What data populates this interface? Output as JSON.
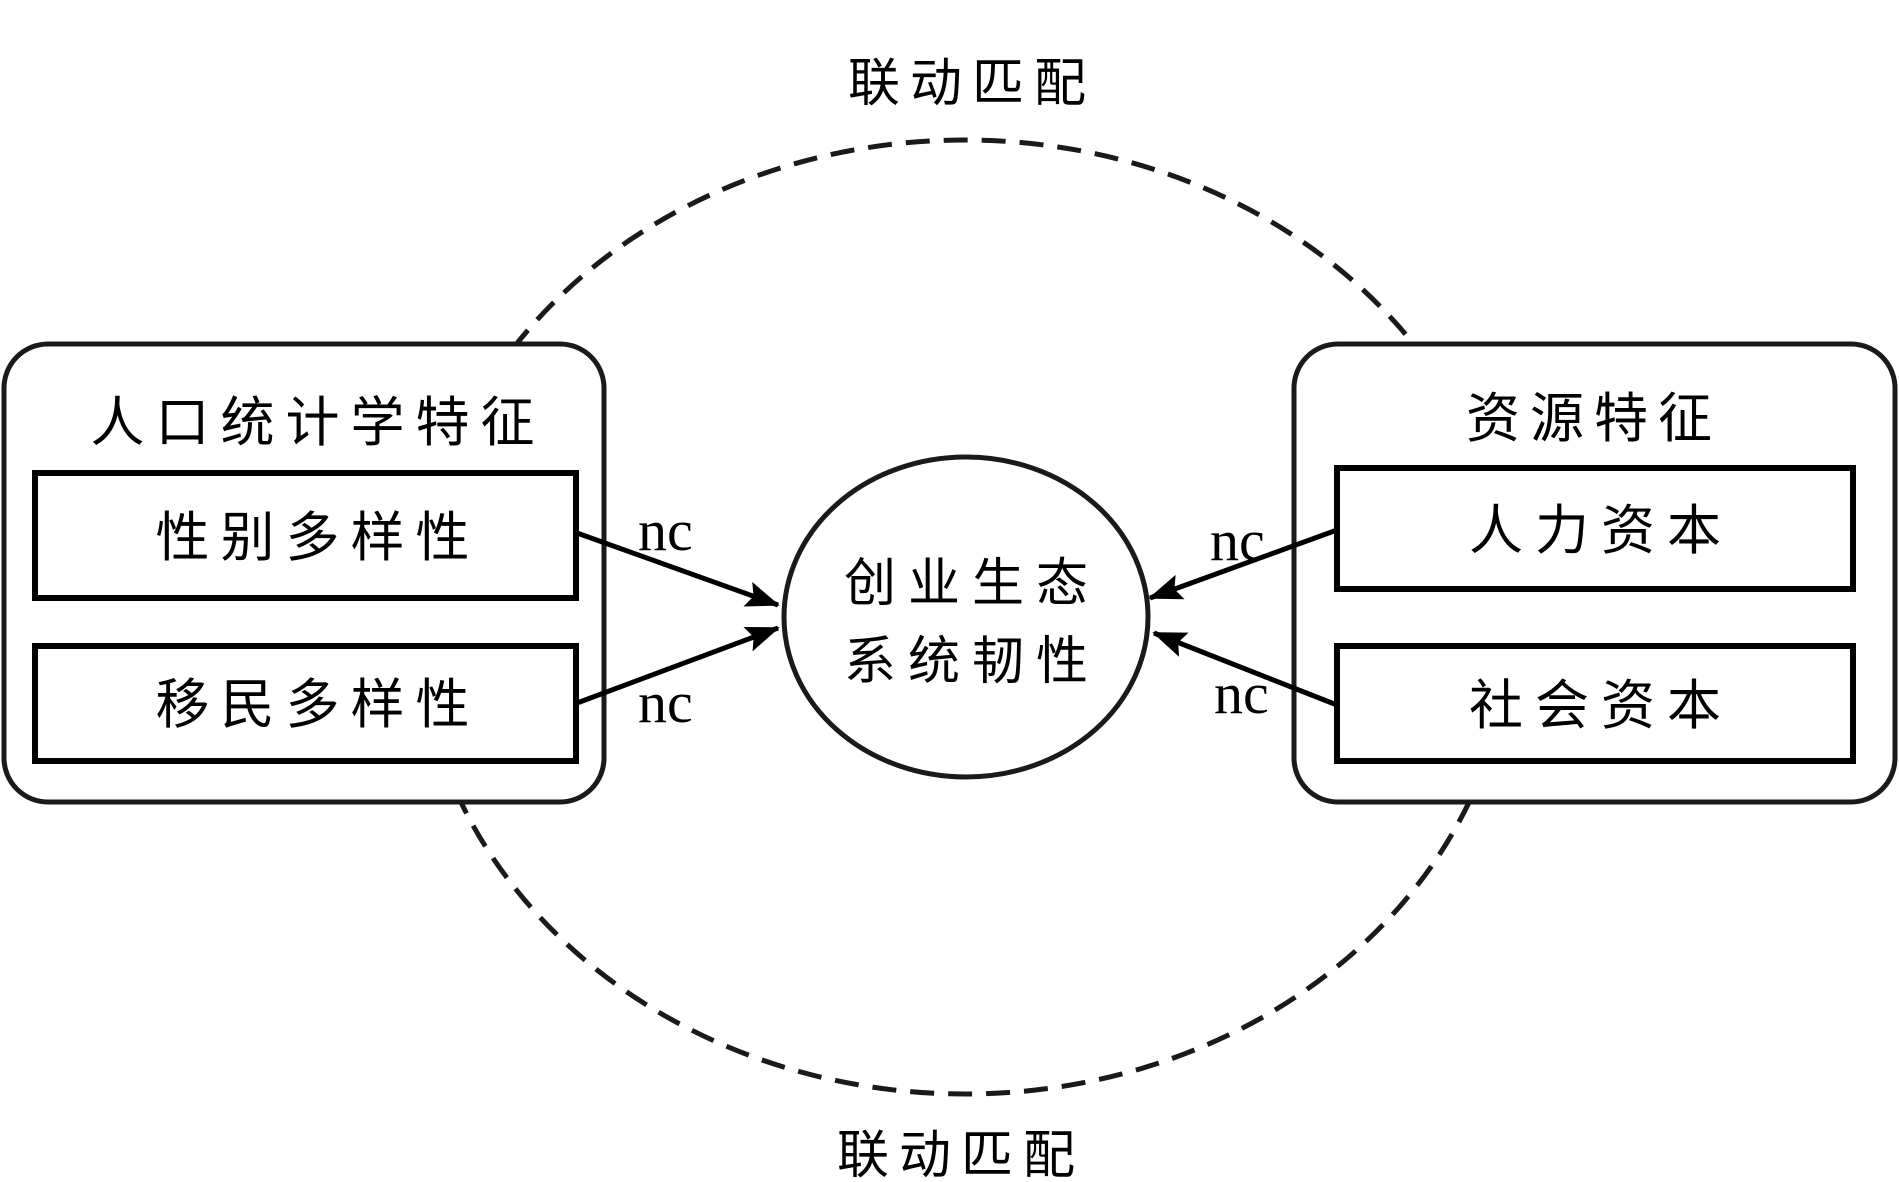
{
  "diagram": {
    "top_label": "联动匹配",
    "bottom_label": "联动匹配",
    "center_node": {
      "line1": "创业生态",
      "line2": "系统韧性"
    },
    "left_group": {
      "title": "人口统计学特征",
      "items": [
        {
          "label": "性别多样性",
          "edge_label": "nc"
        },
        {
          "label": "移民多样性",
          "edge_label": "nc"
        }
      ]
    },
    "right_group": {
      "title": "资源特征",
      "items": [
        {
          "label": "人力资本",
          "edge_label": "nc"
        },
        {
          "label": "社会资本",
          "edge_label": "nc"
        }
      ]
    },
    "colors": {
      "stroke": "#1a1a1a",
      "background": "#ffffff"
    }
  }
}
